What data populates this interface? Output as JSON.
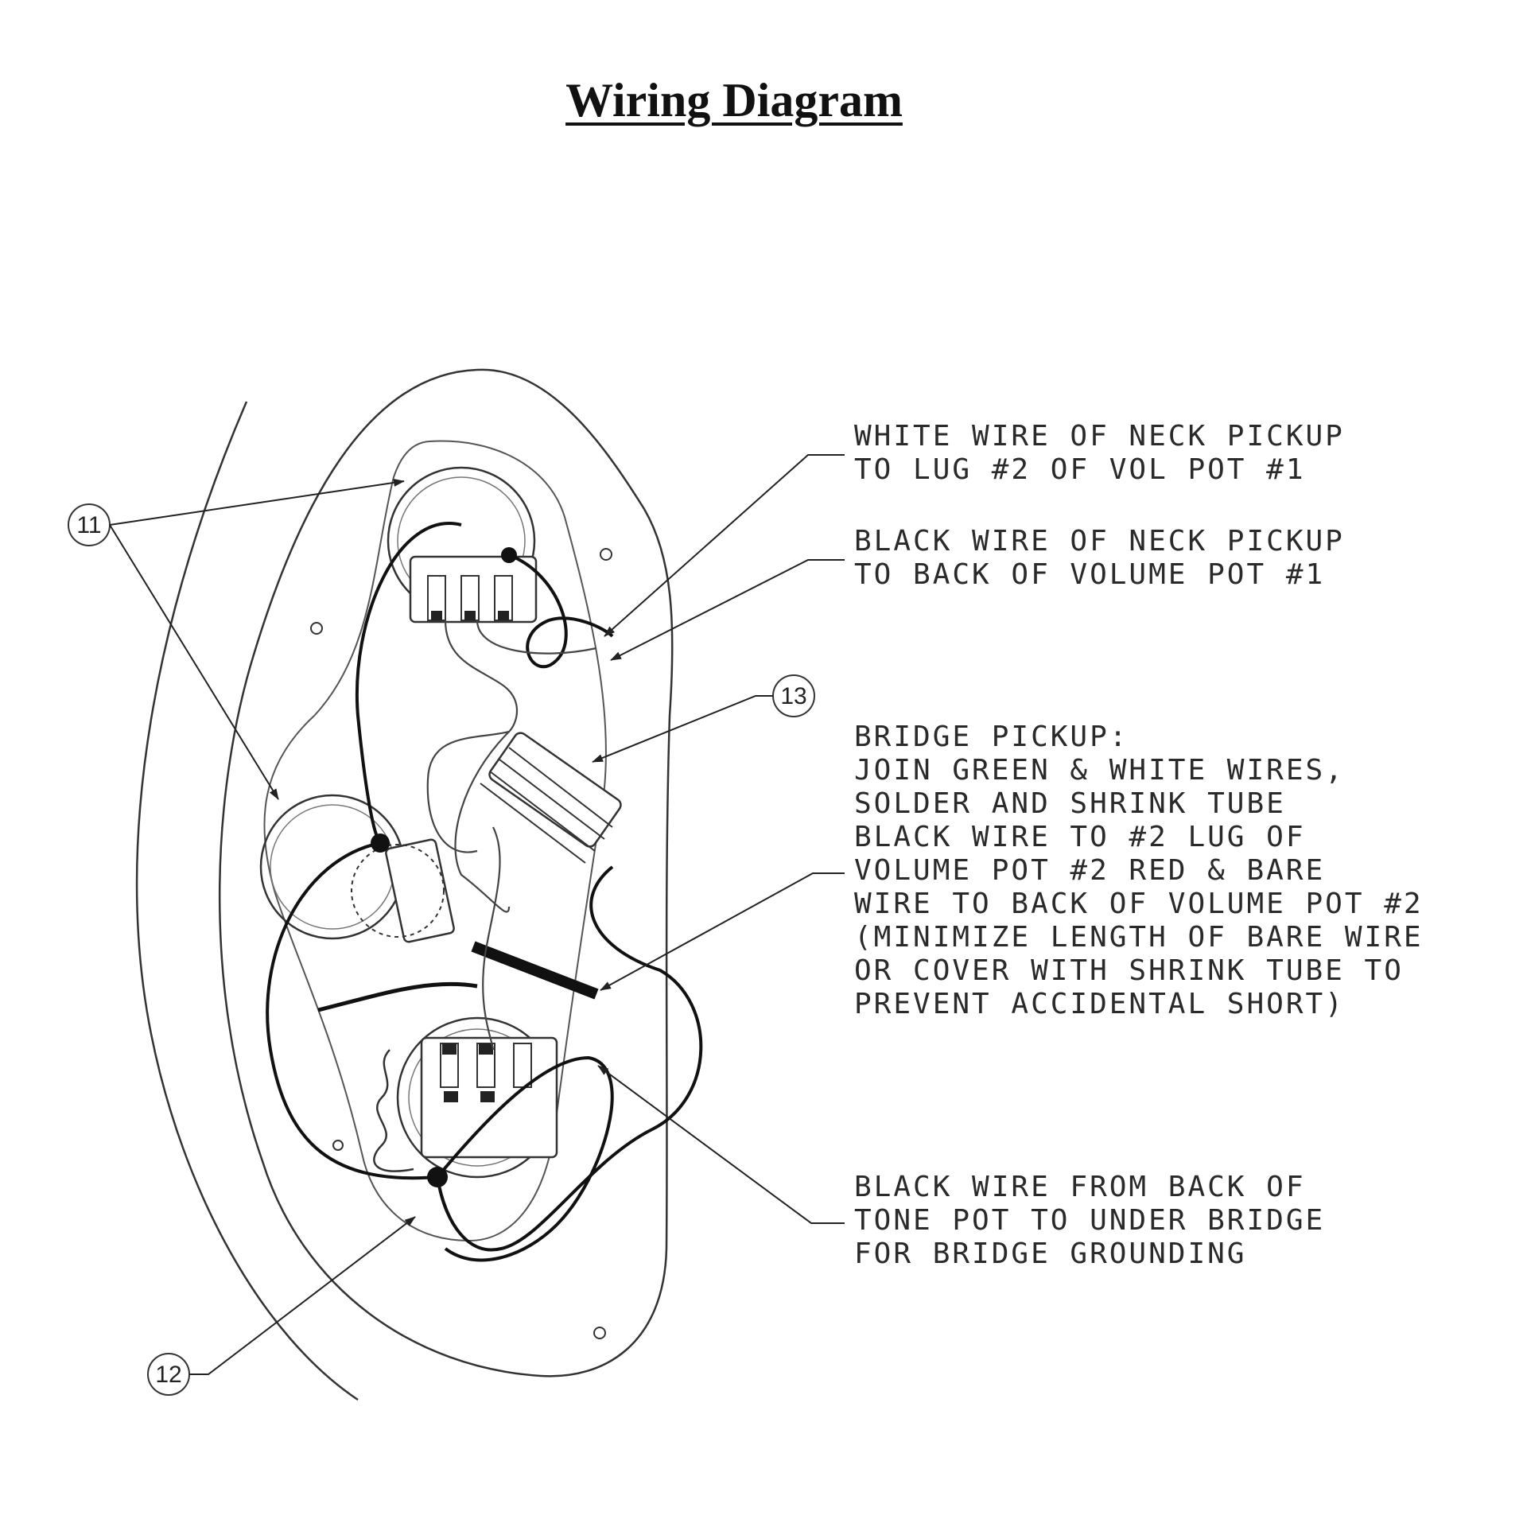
{
  "title": "Wiring Diagram",
  "notes": {
    "neck_white": "WHITE WIRE OF NECK PICKUP\nTO LUG #2 OF VOL POT #1",
    "neck_black": "BLACK WIRE OF NECK PICKUP\nTO BACK OF VOLUME POT #1",
    "bridge_pickup": "BRIDGE PICKUP:\nJOIN GREEN & WHITE WIRES,\nSOLDER AND SHRINK TUBE\nBLACK WIRE TO #2 LUG OF\nVOLUME POT #2 RED & BARE\nWIRE TO BACK OF VOLUME POT #2\n(MINIMIZE LENGTH OF BARE WIRE\nOR COVER WITH SHRINK TUBE TO\nPREVENT ACCIDENTAL SHORT)",
    "tone_ground": "BLACK WIRE FROM BACK OF\nTONE POT TO UNDER BRIDGE\nFOR BRIDGE GROUNDING"
  },
  "callouts": {
    "c11": "11",
    "c12": "12",
    "c13": "13"
  }
}
